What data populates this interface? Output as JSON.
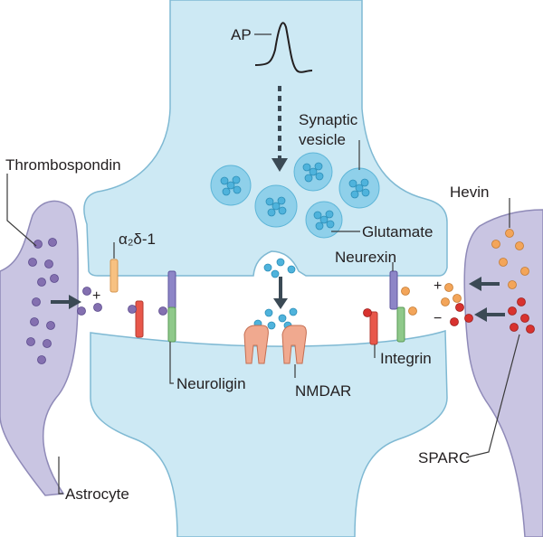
{
  "labels": {
    "ap": "AP",
    "synaptic_vesicle_line1": "Synaptic",
    "synaptic_vesicle_line2": "vesicle",
    "thrombospondin": "Thrombospondin",
    "alpha2delta1": "α₂δ-1",
    "hevin": "Hevin",
    "glutamate": "Glutamate",
    "neurexin": "Neurexin",
    "neuroligin": "Neuroligin",
    "nmdar": "NMDAR",
    "integrin": "Integrin",
    "sparc": "SPARC",
    "astrocyte": "Astrocyte",
    "plus": "+",
    "minus": "−"
  },
  "colors": {
    "neuron_fill": "#cde9f4",
    "neuron_stroke": "#7fb9d3",
    "vesicle_fill": "#8fd0ea",
    "glutamate": "#4fb3dc",
    "astrocyte_fill": "#c9c5e2",
    "astrocyte_stroke": "#8f8ab8",
    "thrombospondin": "#8470b0",
    "hevin": "#f3a55a",
    "sparc": "#d8322f",
    "neurexin": "#8d85c7",
    "neuroligin": "#8fc98a",
    "integrin": "#e8574a",
    "alpha2delta1": "#f7c181",
    "nmdar": "#f0a98f",
    "arrow": "#3b4a55"
  },
  "icons": [
    "action-potential-trace",
    "downward-dashed-arrow",
    "release-arrow"
  ]
}
